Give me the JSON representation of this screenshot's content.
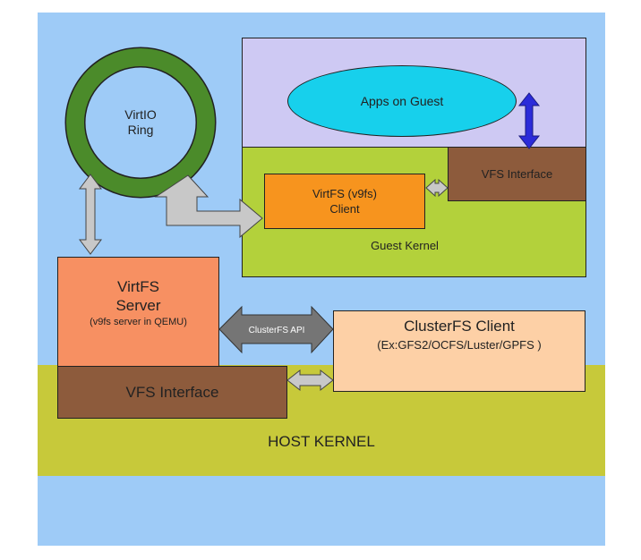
{
  "colors": {
    "background": "#9ecbf7",
    "host_kernel_band": "#c7c93a",
    "guest_user_space": "#cec9f3",
    "guest_kernel": "#b3d13b",
    "apps_ellipse": "#17d0ec",
    "vfs_interface": "#8d5b3c",
    "virtfs_client": "#f7941e",
    "virtfs_server": "#f79062",
    "clusterfs_client": "#fdd0a6",
    "virtio_ring": "#4b8b2a",
    "gray_arrow": "#c8c8c8",
    "dark_arrow": "#757575",
    "blue_arrow": "#2b2bd9"
  },
  "labels": {
    "virtio_ring_line1": "VirtIO",
    "virtio_ring_line2": "Ring",
    "apps_on_guest": "Apps on Guest",
    "guest_vfs_interface": "VFS Interface",
    "virtfs_client_line1": "VirtFS (v9fs)",
    "virtfs_client_line2": "Client",
    "guest_kernel": "Guest Kernel",
    "virtfs_server_line1": "VirtFS",
    "virtfs_server_line2": "Server",
    "virtfs_server_line3": "(v9fs server in QEMU)",
    "clusterfs_api": "ClusterFS API",
    "clusterfs_client_line1": "ClusterFS Client",
    "clusterfs_client_line2": "(Ex:GFS2/OCFS/Luster/GPFS )",
    "host_vfs_interface": "VFS Interface",
    "host_kernel": "HOST KERNEL"
  }
}
